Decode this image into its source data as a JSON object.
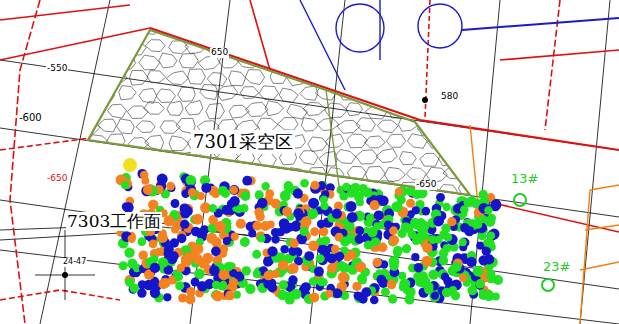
{
  "diagram": {
    "nodes": [
      {
        "text": [
          "7301采空区"
        ]
      }
    ],
    "labels": [
      "7303工作面",
      "-600",
      "-650",
      "-550",
      "-650",
      "580",
      "650",
      "13#",
      "23#",
      "24-47"
    ]
  }
}
